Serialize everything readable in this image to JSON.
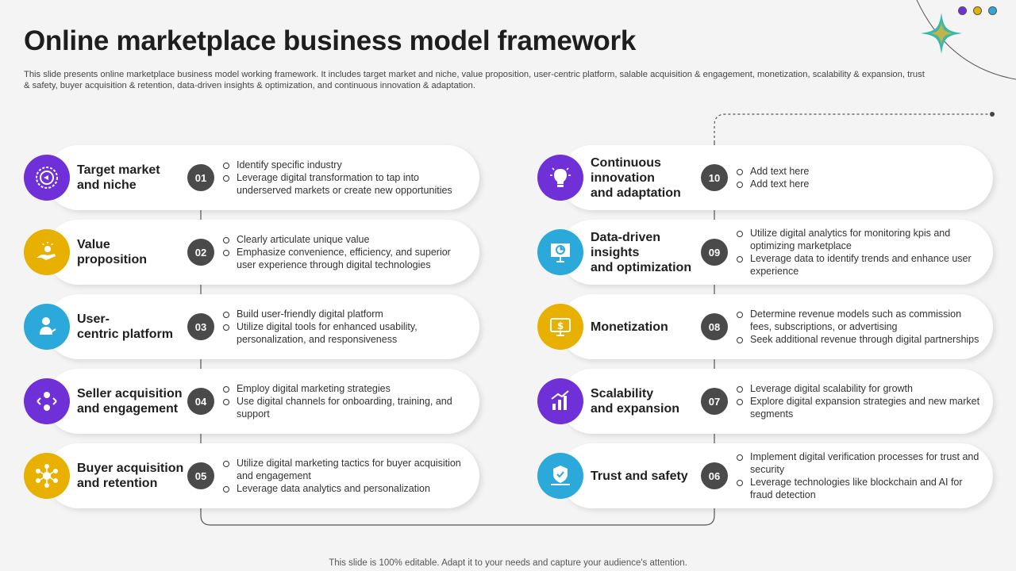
{
  "title": "Online marketplace business model framework",
  "subtitle": "This slide presents online marketplace business model working framework. It includes target market and niche, value proposition, user-centric platform, salable acquisition & engagement, monetization, scalability & expansion, trust & safety,  buyer acquisition & retention, data-driven insights & optimization, and continuous innovation & adaptation.",
  "footer": "This slide is 100% editable. Adapt it to your needs and capture your audience's attention.",
  "colors": {
    "purple": "#7030d8",
    "yellow": "#e8b000",
    "blue": "#2aa9da",
    "number": "#4a4a4a"
  },
  "header_dots": [
    {
      "name": "purple-dot",
      "color": "#7030d8"
    },
    {
      "name": "yellow-dot",
      "color": "#e8b000"
    },
    {
      "name": "blue-dot",
      "color": "#2aa9da"
    }
  ],
  "items": [
    {
      "num": "01",
      "title": "Target market\nand niche",
      "icon": "target-icon",
      "color": "#7030d8",
      "bullets": [
        "Identify specific industry",
        "Leverage  digital transformation  to tap into underserved  markets or create new opportunities"
      ]
    },
    {
      "num": "02",
      "title": "Value\nproposition",
      "icon": "hand-offer-icon",
      "color": "#e8b000",
      "bullets": [
        "Clearly articulate unique value",
        "Emphasize convenience,  efficiency, and superior user experience through digital technologies"
      ]
    },
    {
      "num": "03",
      "title": "User-\ncentric platform",
      "icon": "user-icon",
      "color": "#2aa9da",
      "bullets": [
        "Build user-friendly  digital platform",
        "Utilize digital tools for enhanced usability, personalization,  and responsiveness"
      ]
    },
    {
      "num": "04",
      "title": "Seller acquisition\nand engagement",
      "icon": "people-exchange-icon",
      "color": "#7030d8",
      "bullets": [
        "Employ digital marketing strategies",
        "Use digital channels for onboarding,  training, and support"
      ]
    },
    {
      "num": "05",
      "title": "Buyer acquisition\nand retention",
      "icon": "network-icon",
      "color": "#e8b000",
      "bullets": [
        "Utilize digital marketing tactics for buyer acquisition and engagement",
        "Leverage  data analytics and personalization"
      ]
    },
    {
      "num": "06",
      "title": "Trust and safety",
      "icon": "shield-hand-icon",
      "color": "#2aa9da",
      "bullets": [
        "Implement  digital verification  processes for trust and security",
        "Leverage  technologies like blockchain and AI for fraud  detection"
      ]
    },
    {
      "num": "07",
      "title": "Scalability\nand expansion",
      "icon": "growth-chart-icon",
      "color": "#7030d8",
      "bullets": [
        "Leverage  digital scalability for growth",
        "Explore digital expansion strategies and new market segments"
      ]
    },
    {
      "num": "08",
      "title": "Monetization",
      "icon": "dollar-screen-icon",
      "color": "#e8b000",
      "bullets": [
        "Determine revenue  models such as commission fees, subscriptions, or advertising",
        "Seek additional revenue  through digital partnerships"
      ]
    },
    {
      "num": "09",
      "title": "Data-driven\ninsights\nand optimization",
      "icon": "presentation-icon",
      "color": "#2aa9da",
      "bullets": [
        "Utilize digital analytics for monitoring kpis and optimizing marketplace",
        "Leverage  data to identify trends and enhance user experience"
      ]
    },
    {
      "num": "10",
      "title": "Continuous\ninnovation\nand adaptation",
      "icon": "lightbulb-icon",
      "color": "#7030d8",
      "bullets": [
        "Add text here",
        "Add text here"
      ]
    }
  ]
}
